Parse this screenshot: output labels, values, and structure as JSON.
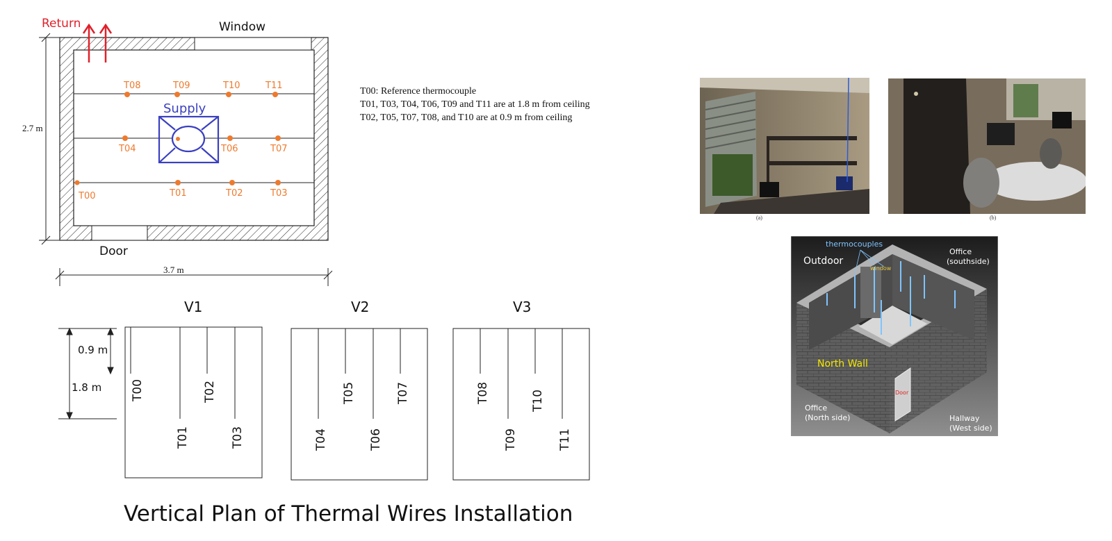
{
  "floor_plan": {
    "return_label": "Return",
    "window_label": "Window",
    "supply_label": "Supply",
    "door_label": "Door",
    "height_dim": "2.7 m",
    "width_dim": "3.7 m",
    "sensors": [
      "T00",
      "T01",
      "T02",
      "T03",
      "T04",
      "T06",
      "T07",
      "T08",
      "T09",
      "T10",
      "T11"
    ]
  },
  "notes": {
    "line1": "T00: Reference thermocouple",
    "line2": "T01, T03, T04, T06, T09 and T11 are at 1.8 m from ceiling",
    "line3": "T02, T05, T07, T08, and T10 are at 0.9 m from ceiling"
  },
  "vertical_plan": {
    "dim_upper": "0.9 m",
    "dim_lower": "1.8 m",
    "panels": [
      {
        "title": "V1",
        "wires": [
          "T00",
          "T01",
          "T02",
          "T03"
        ]
      },
      {
        "title": "V2",
        "wires": [
          "T04",
          "T05",
          "T06",
          "T07"
        ]
      },
      {
        "title": "V3",
        "wires": [
          "T08",
          "T09",
          "T10",
          "T11"
        ]
      }
    ],
    "title": "Vertical Plan of Thermal Wires Installation"
  },
  "photos": {
    "caption_a": "(a)",
    "caption_b": "(b)"
  },
  "model_3d": {
    "thermocouples_label": "thermocouples",
    "outdoor_label": "Outdoor",
    "window_label": "window",
    "office_south_line1": "Office",
    "office_south_line2": "(southside)",
    "north_wall_label": "North Wall",
    "door_label": "Door",
    "office_north_line1": "Office",
    "office_north_line2": "(North side)",
    "hallway_line1": "Hallway",
    "hallway_line2": "(West side)"
  },
  "colors": {
    "sensor": "#ee7a2e",
    "supply": "#3a3fc0",
    "return": "#e0202a",
    "north_wall": "#f2e600",
    "thermo": "#7fc4ff"
  }
}
